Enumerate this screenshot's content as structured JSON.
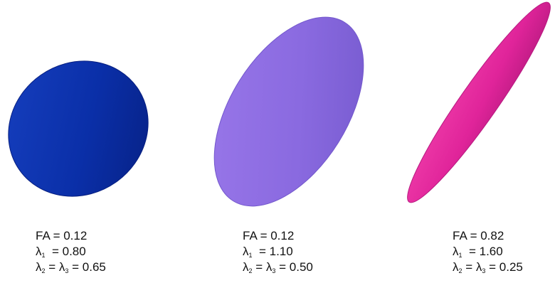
{
  "ellipsoids": [
    {
      "fa_line": "FA = 0.12",
      "lambda1_symbol": "λ",
      "lambda1_sub": "1",
      "lambda1_value": "  = 0.80",
      "lambda2_symbol": "λ",
      "lambda2_sub": "2",
      "lambda_eq": " = ",
      "lambda3_symbol": "λ",
      "lambda3_sub": "3",
      "lambda23_value": " = 0.65",
      "color": "#0a2fa8",
      "color_light": "#1740c0",
      "color_dark": "#071f80"
    },
    {
      "fa_line": "FA = 0.12",
      "lambda1_symbol": "λ",
      "lambda1_sub": "1",
      "lambda1_value": "  = 1.10",
      "lambda2_symbol": "λ",
      "lambda2_sub": "2",
      "lambda_eq": " = ",
      "lambda3_symbol": "λ",
      "lambda3_sub": "3",
      "lambda23_value": " = 0.50",
      "color": "#8a6ae0",
      "color_light": "#9a78ea",
      "color_dark": "#7358cc"
    },
    {
      "fa_line": "FA = 0.82",
      "lambda1_symbol": "λ",
      "lambda1_sub": "1",
      "lambda1_value": "  = 1.60",
      "lambda2_symbol": "λ",
      "lambda2_sub": "2",
      "lambda_eq": " = ",
      "lambda3_symbol": "λ",
      "lambda3_sub": "3",
      "lambda23_value": " = 0.25",
      "color": "#e0249a",
      "color_light": "#ee3aa8",
      "color_dark": "#b81a80"
    }
  ]
}
